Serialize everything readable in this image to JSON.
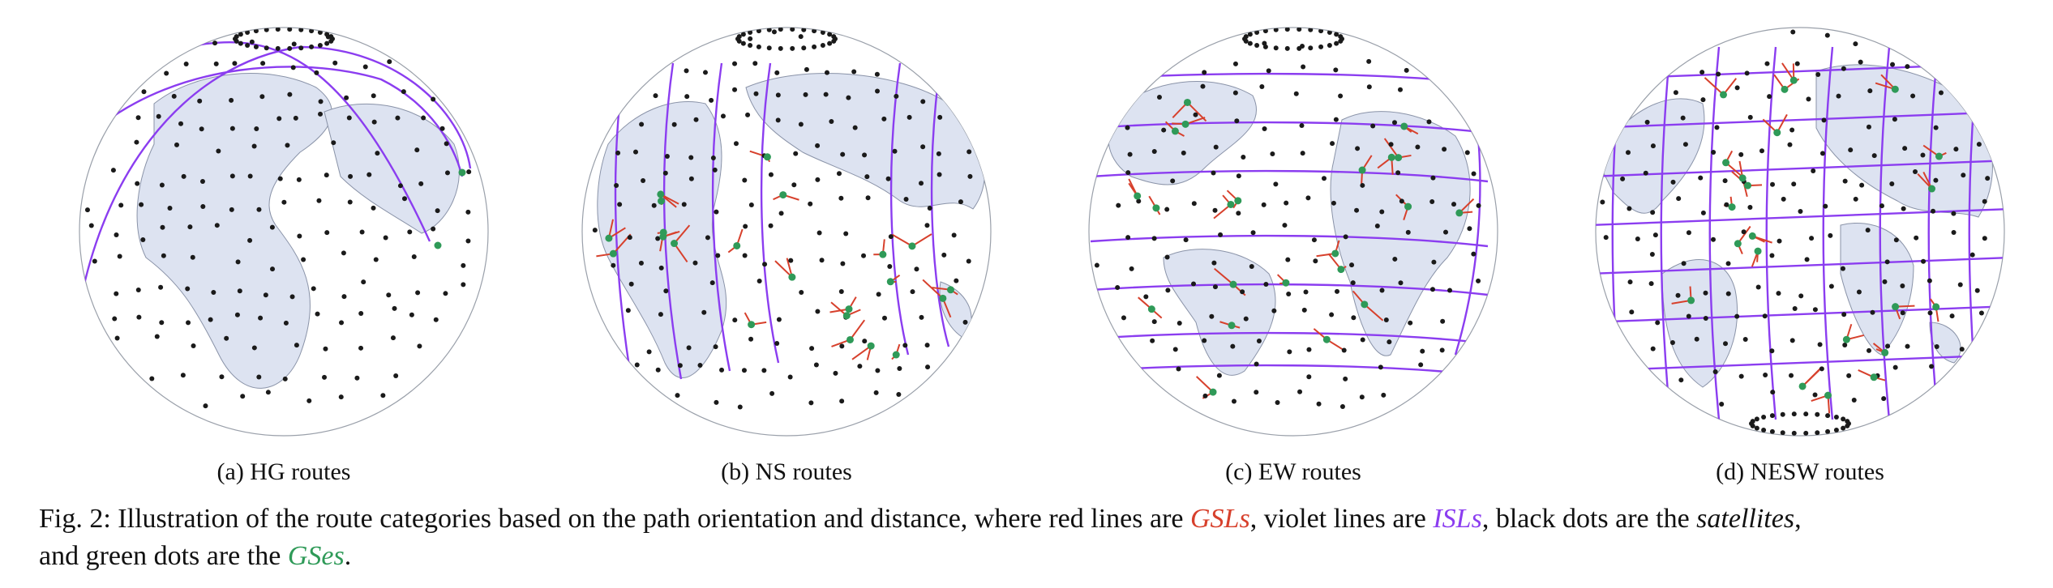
{
  "figure": {
    "panels": [
      {
        "id": "a",
        "caption": "(a) HG routes",
        "route_style": "HG"
      },
      {
        "id": "b",
        "caption": "(b) NS routes",
        "route_style": "NS"
      },
      {
        "id": "c",
        "caption": "(c) EW routes",
        "route_style": "EW"
      },
      {
        "id": "d",
        "caption": "(d) NESW routes",
        "route_style": "NESW"
      }
    ],
    "caption": {
      "prefix": "Fig. 2: Illustration of the route categories based on the path orientation and distance, where red lines are ",
      "gsl": "GSLs",
      "mid1": ", violet lines are ",
      "isl": "ISLs",
      "mid2": ", black dots are the ",
      "satellites": "satellites",
      "mid3": ",",
      "line2_prefix": "and green dots are the ",
      "gses": "GSes",
      "end": "."
    },
    "colors": {
      "gsl": "#d7402c",
      "isl": "#8b3df0",
      "satellite": "#1a1a1a",
      "gse": "#2f9a58",
      "land": "#dde3f1",
      "coast": "#8a93a8"
    }
  }
}
